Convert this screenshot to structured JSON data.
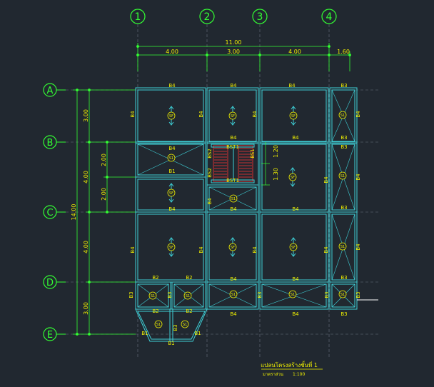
{
  "colors": {
    "background": "#212830",
    "grid_bubble": "#33ff33",
    "grid_line": "#6b7480",
    "dim_line": "#33ff33",
    "dim_text": "#f0f000",
    "beam": "#3ecfd6",
    "beam_label": "#f0f000",
    "slab_mark": "#f0f000",
    "stair": "#ff3333",
    "title": "#f0f000"
  },
  "grid": {
    "columns": [
      {
        "id": "col-1",
        "label": "1"
      },
      {
        "id": "col-2",
        "label": "2"
      },
      {
        "id": "col-3",
        "label": "3"
      },
      {
        "id": "col-4",
        "label": "4"
      }
    ],
    "rows": [
      {
        "id": "row-a",
        "label": "A"
      },
      {
        "id": "row-b",
        "label": "B"
      },
      {
        "id": "row-c",
        "label": "C"
      },
      {
        "id": "row-d",
        "label": "D"
      },
      {
        "id": "row-e",
        "label": "E"
      }
    ]
  },
  "dimensions": {
    "overall_horizontal": "11.00",
    "horizontal_spans": [
      "4.00",
      "3.00",
      "4.00",
      "1.60"
    ],
    "overall_vertical": "14.00",
    "vertical_spans": [
      "3.00",
      "4.00",
      "4.00",
      "3.00"
    ],
    "sub_vertical": [
      "2.00",
      "2.00"
    ],
    "stair_dims": [
      "1.20",
      "1.30"
    ]
  },
  "beams": {
    "b4": "B4",
    "b3": "B3",
    "b2": "B2",
    "b1": "B1",
    "bs1": "BS1",
    "bs2": "BS2",
    "bst1": "BST1"
  },
  "slabs": {
    "sf": "SF",
    "s1": "S1"
  },
  "title": {
    "main": "แปลนโครงสร้างชั้นที่ 1",
    "scale_label": "มาตราส่วน",
    "scale_value": "1:100"
  }
}
